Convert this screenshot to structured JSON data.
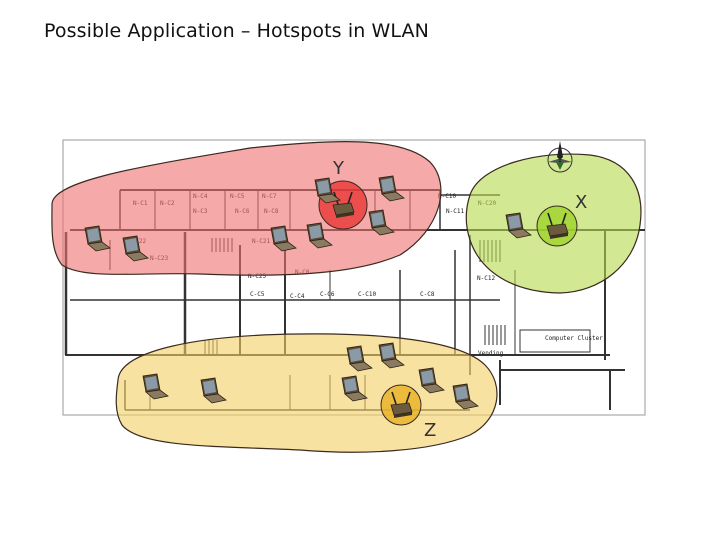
{
  "title": "Possible Application – Hotspots in WLAN",
  "zones": [
    {
      "label": "Y",
      "color": "#ef6f6f"
    },
    {
      "label": "X",
      "color": "#b5d84a"
    },
    {
      "label": "Z",
      "color": "#f3cf62"
    }
  ],
  "icons": {
    "access_point": "wireless-access-point",
    "client": "laptop",
    "compass": "compass-rose"
  },
  "room_labels": [
    "N-C1",
    "N-C2",
    "N-C4",
    "N-C5",
    "N-C3",
    "N-C6",
    "N-C7",
    "N-C8",
    "N-C10",
    "N-C11",
    "N-C21",
    "N-C22",
    "N-C23",
    "N-C25",
    "C-C5",
    "C-C4",
    "C-C6",
    "C-C10",
    "N-C0",
    "C-C8",
    "N-C20",
    "N-C12",
    "Vending",
    "Computer Cluster"
  ]
}
